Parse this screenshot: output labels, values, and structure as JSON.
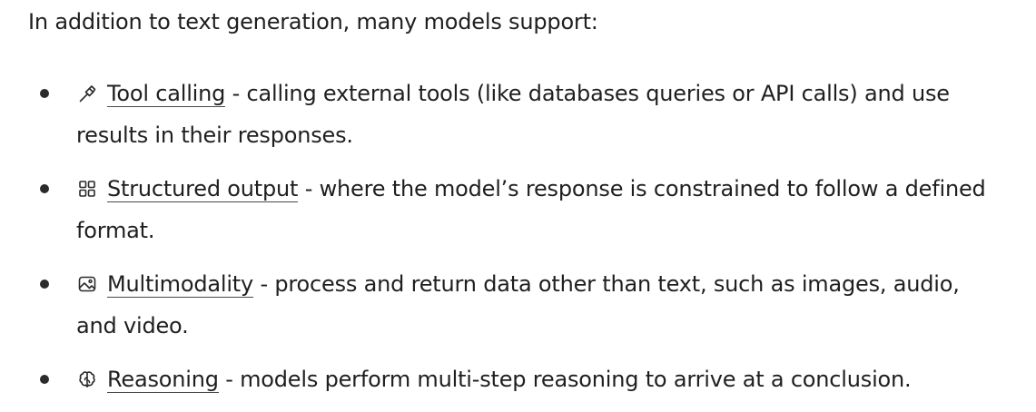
{
  "intro": "In addition to text generation, many models support:",
  "features": [
    {
      "icon": "hammer-icon",
      "link": "Tool calling",
      "description": " - calling external tools (like databases queries or API calls) and use results in their responses."
    },
    {
      "icon": "grid-icon",
      "link": "Structured output",
      "description": " - where the model’s response is constrained to follow a defined format."
    },
    {
      "icon": "image-icon",
      "link": "Multimodality",
      "description": " - process and return data other than text, such as images, audio, and video."
    },
    {
      "icon": "brain-icon",
      "link": "Reasoning",
      "description": " - models perform multi-step reasoning to arrive at a conclusion."
    }
  ]
}
